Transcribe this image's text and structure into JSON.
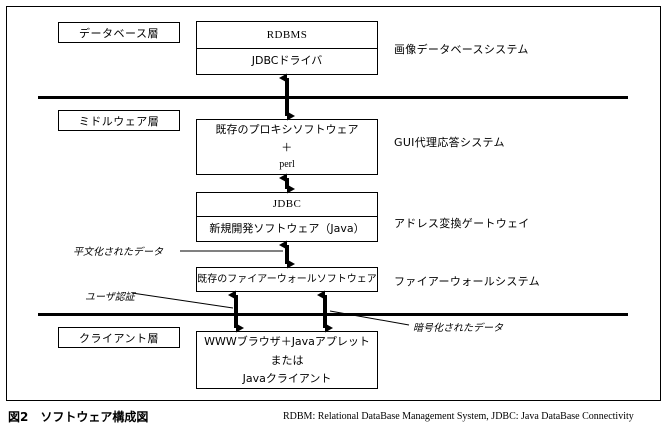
{
  "figure": {
    "caption": "図2　ソフトウェア構成図",
    "footnote": "RDBM: Relational DataBase Management System, JDBC: Java DataBase Connectivity"
  },
  "layers": [
    {
      "id": "database",
      "tag": "データベース層"
    },
    {
      "id": "middleware",
      "tag": "ミドルウェア層"
    },
    {
      "id": "client",
      "tag": "クライアント層"
    }
  ],
  "nodes": [
    {
      "id": "image-database-system",
      "rows": [
        "RDBMS",
        "JDBCドライバ"
      ],
      "side_label": "画像データベースシステム"
    },
    {
      "id": "gui-proxy-system",
      "rows": [
        "既存のプロキシソフトウェア",
        "＋",
        "perl"
      ],
      "side_label": "GUI代理応答システム"
    },
    {
      "id": "address-gateway",
      "rows": [
        "JDBC",
        "新規開発ソフトウェア（Java）"
      ],
      "side_label": "アドレス変換ゲートウェイ"
    },
    {
      "id": "firewall-system",
      "rows": [
        "既存のファイアーウォールソフトウェア"
      ],
      "side_label": "ファイアーウォールシステム"
    },
    {
      "id": "client-system",
      "rows": [
        "WWWブラウザ＋Javaアプレット",
        "または",
        "Javaクライアント"
      ],
      "side_label": ""
    }
  ],
  "annotations": [
    {
      "id": "plaintext-data",
      "text": "平文化されたデータ"
    },
    {
      "id": "user-auth",
      "text": "ユーザ認証"
    },
    {
      "id": "encrypted-data",
      "text": "暗号化されたデータ"
    }
  ],
  "colors": {
    "stroke": "#000000",
    "background": "#ffffff"
  }
}
